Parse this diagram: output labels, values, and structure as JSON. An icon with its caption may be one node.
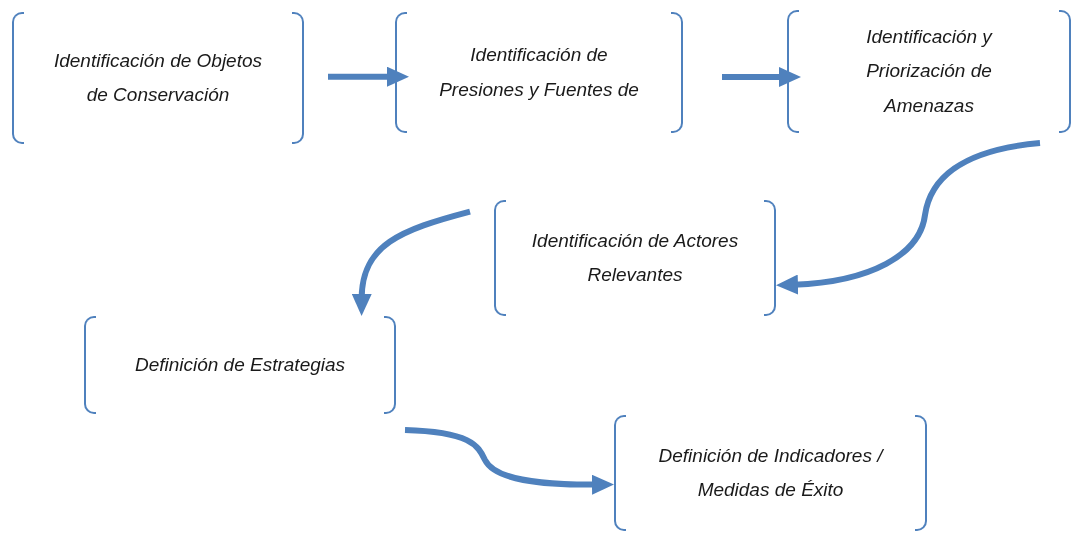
{
  "diagram": {
    "nodes": [
      {
        "text": [
          "Identificación de Objetos de Conservación"
        ]
      },
      {
        "text": [
          "Identificación de Presiones y Fuentes de"
        ]
      },
      {
        "text": [
          "Identificación y Priorización de Amenazas"
        ]
      },
      {
        "text": [
          "Identificación de Actores Relevantes"
        ]
      },
      {
        "text": [
          "Definición de Estrategias"
        ]
      },
      {
        "text": [
          "Definición de Indicadores / Medidas de Éxito"
        ]
      }
    ],
    "edges": [
      {
        "from": 0,
        "to": 1,
        "arrow": "to"
      },
      {
        "from": 1,
        "to": 2,
        "arrow": "to"
      },
      {
        "from": 2,
        "to": 3,
        "arrow": "to"
      },
      {
        "from": 3,
        "to": 4,
        "arrow": "to"
      },
      {
        "from": 4,
        "to": 5,
        "arrow": "to"
      }
    ]
  }
}
